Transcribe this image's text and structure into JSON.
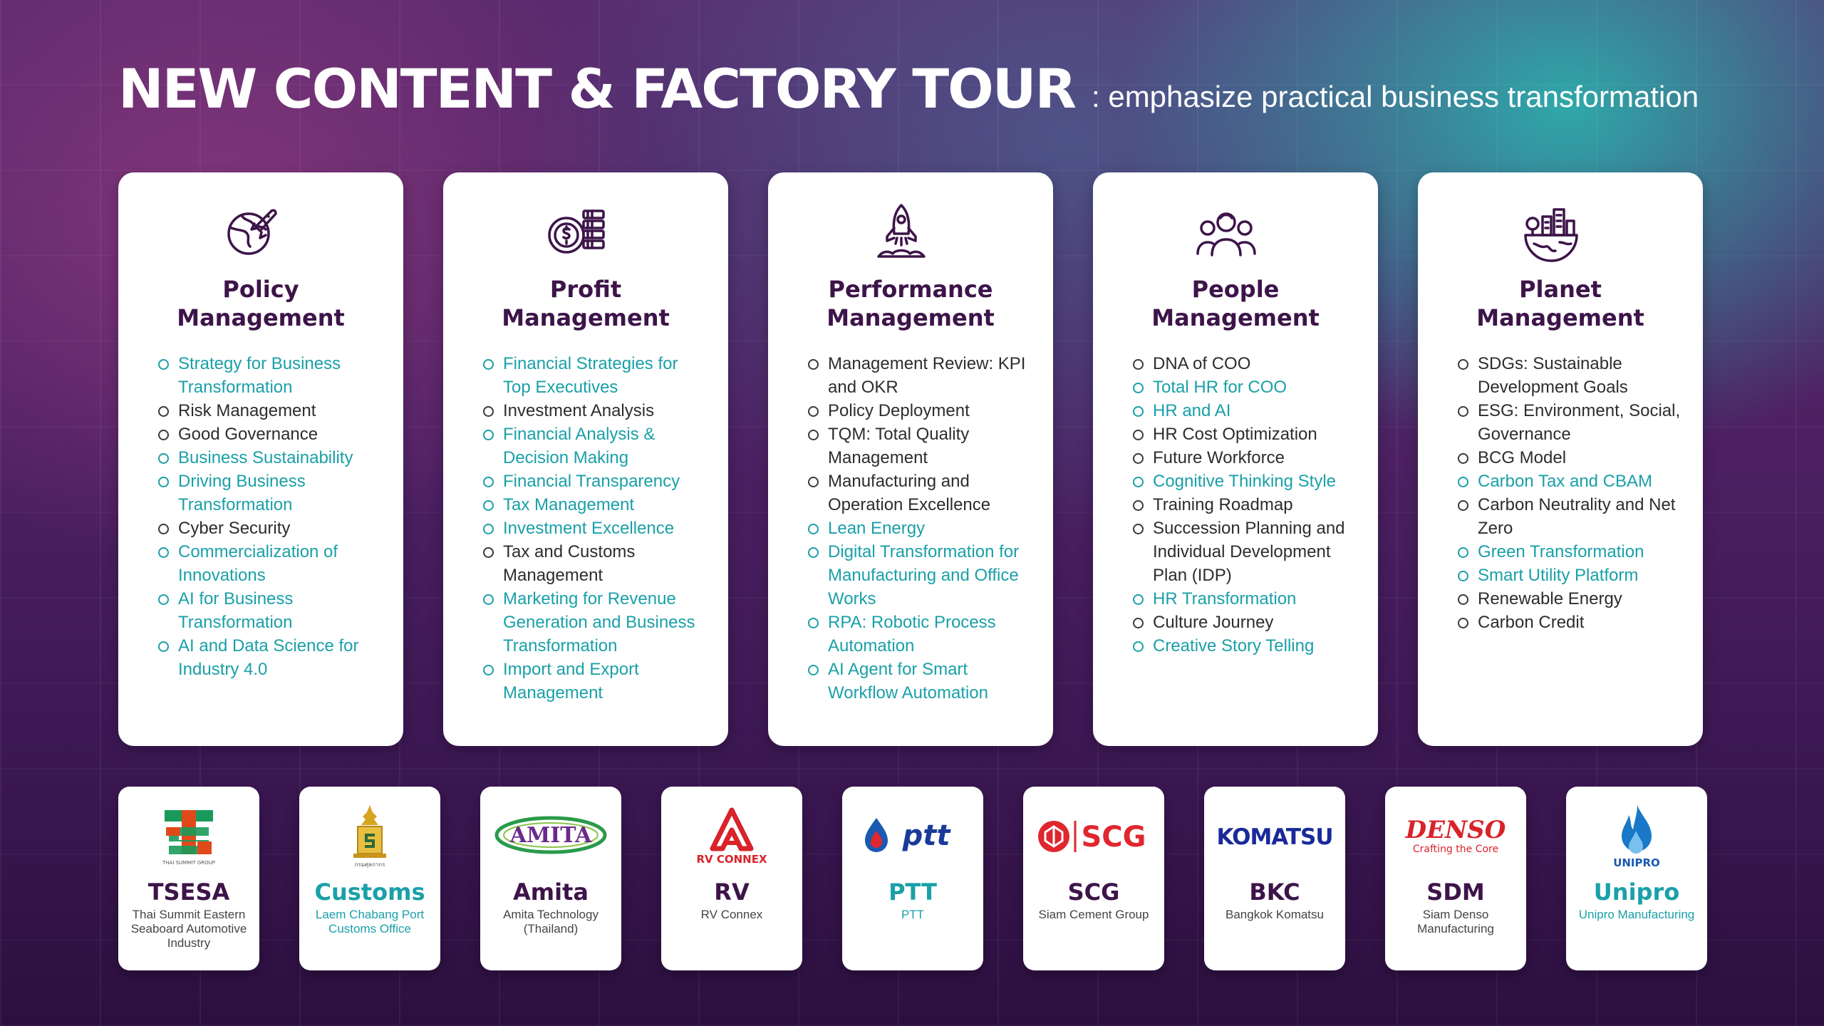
{
  "header": {
    "title": "NEW CONTENT & FACTORY TOUR",
    "subtitle": ": emphasize practical business transformation"
  },
  "colors": {
    "accent": "#1aa0a8",
    "title_purple": "#3d1449",
    "text": "#2d2d2d"
  },
  "cards": [
    {
      "icon": "globe-rocket-icon",
      "title": [
        "Policy",
        "Management"
      ],
      "items": [
        {
          "text": "Strategy for Business Transformation",
          "highlight": true
        },
        {
          "text": "Risk Management",
          "highlight": false
        },
        {
          "text": "Good Governance",
          "highlight": false
        },
        {
          "text": "Business Sustainability",
          "highlight": true
        },
        {
          "text": "Driving Business Transformation",
          "highlight": true
        },
        {
          "text": "Cyber Security",
          "highlight": false
        },
        {
          "text": "Commercialization of Innovations",
          "highlight": true
        },
        {
          "text": "AI for Business Transformation",
          "highlight": true
        },
        {
          "text": "AI and Data Science for Industry 4.0",
          "highlight": true
        }
      ]
    },
    {
      "icon": "coin-stack-icon",
      "title": [
        "Profit",
        "Management"
      ],
      "items": [
        {
          "text": "Financial Strategies for Top Executives",
          "highlight": true
        },
        {
          "text": "Investment Analysis",
          "highlight": false
        },
        {
          "text": "Financial Analysis & Decision Making",
          "highlight": true
        },
        {
          "text": "Financial Transparency",
          "highlight": true
        },
        {
          "text": "Tax Management",
          "highlight": true
        },
        {
          "text": "Investment Excellence",
          "highlight": true
        },
        {
          "text": "Tax and Customs Management",
          "highlight": false
        },
        {
          "text": "Marketing for Revenue Generation and Business Transformation",
          "highlight": true
        },
        {
          "text": "Import and Export Management",
          "highlight": true
        }
      ]
    },
    {
      "icon": "rocket-icon",
      "title": [
        "Performance",
        "Management"
      ],
      "items": [
        {
          "text": "Management Review: KPI and OKR",
          "highlight": false
        },
        {
          "text": "Policy Deployment",
          "highlight": false
        },
        {
          "text": "TQM: Total Quality Management",
          "highlight": false
        },
        {
          "text": "Manufacturing and Operation Excellence",
          "highlight": false
        },
        {
          "text": "Lean Energy",
          "highlight": true
        },
        {
          "text": "Digital Transformation for Manufacturing and Office Works",
          "highlight": true
        },
        {
          "text": "RPA: Robotic Process Automation",
          "highlight": true
        },
        {
          "text": "AI Agent for Smart Workflow Automation",
          "highlight": true
        }
      ]
    },
    {
      "icon": "people-group-icon",
      "title": [
        "People",
        "Management"
      ],
      "items": [
        {
          "text": "DNA of COO",
          "highlight": false
        },
        {
          "text": "Total HR for COO",
          "highlight": true
        },
        {
          "text": "HR and AI",
          "highlight": true
        },
        {
          "text": "HR Cost Optimization",
          "highlight": false
        },
        {
          "text": "Future Workforce",
          "highlight": false
        },
        {
          "text": "Cognitive Thinking Style",
          "highlight": true
        },
        {
          "text": "Training Roadmap",
          "highlight": false
        },
        {
          "text": "Succession Planning and Individual Development Plan (IDP)",
          "highlight": false
        },
        {
          "text": "HR Transformation",
          "highlight": true
        },
        {
          "text": "Culture Journey",
          "highlight": false
        },
        {
          "text": "Creative Story Telling",
          "highlight": true
        }
      ]
    },
    {
      "icon": "planet-city-icon",
      "title": [
        "Planet",
        "Management"
      ],
      "items": [
        {
          "text": "SDGs: Sustainable Development Goals",
          "highlight": false
        },
        {
          "text": "ESG: Environment, Social, Governance",
          "highlight": false
        },
        {
          "text": "BCG Model",
          "highlight": false
        },
        {
          "text": "Carbon Tax and CBAM",
          "highlight": true
        },
        {
          "text": "Carbon Neutrality and Net Zero",
          "highlight": false
        },
        {
          "text": "Green Transformation",
          "highlight": true
        },
        {
          "text": "Smart Utility Platform",
          "highlight": true
        },
        {
          "text": "Renewable Energy",
          "highlight": false
        },
        {
          "text": "Carbon Credit",
          "highlight": false
        }
      ]
    }
  ],
  "logos": [
    {
      "logo_text": "THAI SUMMIT GROUP",
      "name": "TSESA",
      "desc": "Thai Summit Eastern Seaboard Automotive Industry",
      "highlight": false
    },
    {
      "logo_text": "กรมศุลกากร",
      "name": "Customs",
      "desc": "Laem Chabang Port Customs Office",
      "highlight": true
    },
    {
      "logo_text": "AMITA",
      "name": "Amita",
      "desc": "Amita Technology (Thailand)",
      "highlight": false
    },
    {
      "logo_text": "RV CONNEX",
      "name": "RV",
      "desc": "RV Connex",
      "highlight": false
    },
    {
      "logo_text": "ptt",
      "name": "PTT",
      "desc": "PTT",
      "highlight": true
    },
    {
      "logo_text": "SCG",
      "name": "SCG",
      "desc": "Siam Cement Group",
      "highlight": false
    },
    {
      "logo_text": "KOMATSU",
      "name": "BKC",
      "desc": "Bangkok Komatsu",
      "highlight": false
    },
    {
      "logo_text": "DENSO",
      "logo_sub": "Crafting the Core",
      "name": "SDM",
      "desc": "Siam Denso Manufacturing",
      "highlight": false
    },
    {
      "logo_text": "UNIPRO",
      "name": "Unipro",
      "desc": "Unipro Manufacturing",
      "highlight": true
    }
  ]
}
